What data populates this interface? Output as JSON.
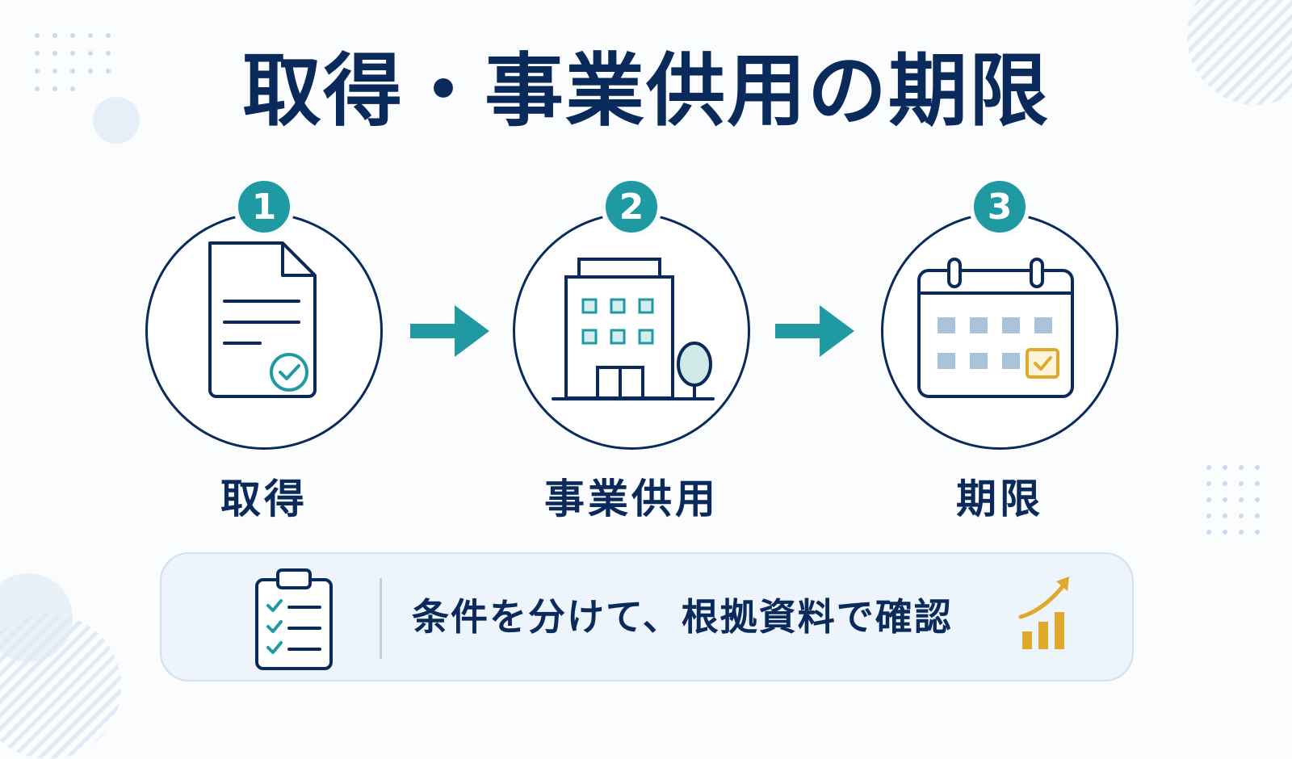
{
  "title": "取得・事業供用の期限",
  "steps": [
    {
      "number": "1",
      "label": "取得",
      "icon": "document-check-icon"
    },
    {
      "number": "2",
      "label": "事業供用",
      "icon": "office-building-icon"
    },
    {
      "number": "3",
      "label": "期限",
      "icon": "calendar-check-icon"
    }
  ],
  "note": {
    "text": "条件を分けて、根拠資料で確認",
    "left_icon": "checklist-clipboard-icon",
    "right_icon": "growth-chart-icon"
  },
  "colors": {
    "navy": "#0b2a5c",
    "teal": "#1f9aa3",
    "gold": "#e0a92a",
    "light_blue": "#a9c3dc"
  }
}
